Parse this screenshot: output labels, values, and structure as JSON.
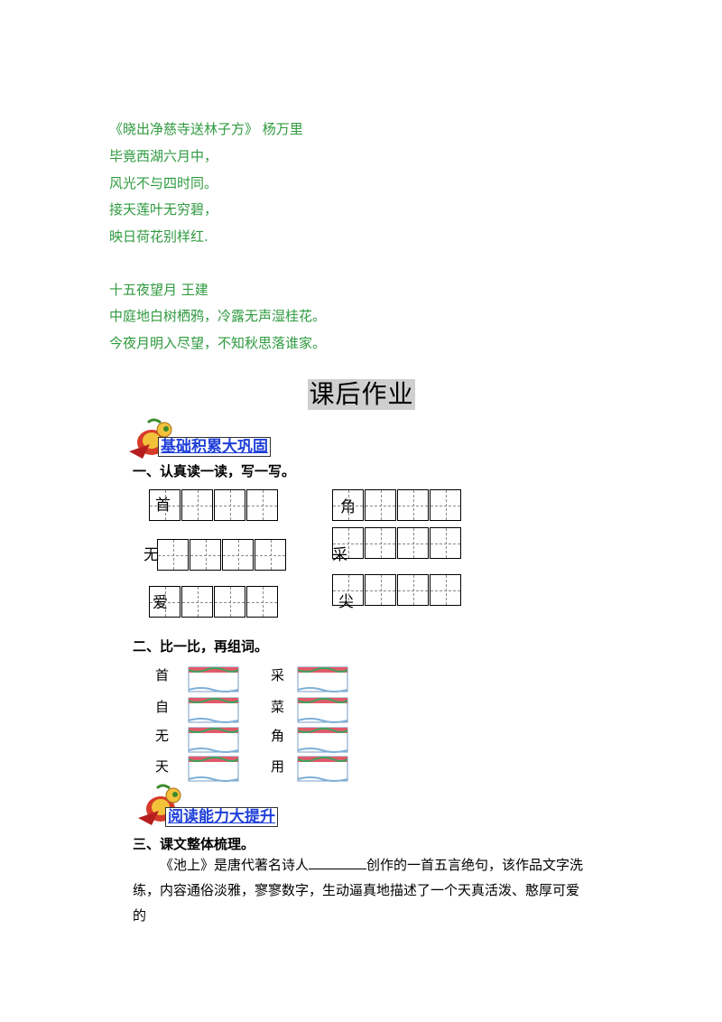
{
  "poem1": {
    "title": "《晓出净慈寺送林子方》  杨万里",
    "lines": [
      "毕竟西湖六月中，",
      "风光不与四时同。",
      "接天莲叶无穷碧，",
      "映日荷花别样红."
    ]
  },
  "poem2": {
    "title": "十五夜望月  王建",
    "lines": [
      "中庭地白树栖鸦，冷露无声湿桂花。",
      "今夜月明入尽望，不知秋思落谁家。"
    ]
  },
  "homework_title": "课后作业",
  "section_badge_1": "基础积累大巩固",
  "section_badge_2": "阅读能力大提升",
  "q1": {
    "heading": "一、认真读一读，写一写。",
    "left_chars": [
      "首",
      "无",
      "爱"
    ],
    "right_chars": [
      "角",
      "采",
      "尖"
    ]
  },
  "q2": {
    "heading": "二、比一比，再组词。",
    "left_chars": [
      "首",
      "自",
      "无",
      "天"
    ],
    "right_chars": [
      "采",
      "菜",
      "角",
      "用"
    ]
  },
  "q3": {
    "heading": "三、课文整体梳理。",
    "para_start": "《池上》是唐代著名诗人",
    "para_rest": "创作的一首五言绝句，该作品文字洗",
    "line2": "练，内容通俗淡雅，寥寥数字，生动逼真地描述了一个天真活泼、憨厚可爱",
    "line3": "的"
  },
  "colors": {
    "poem": "#2e9a3e",
    "badge_text": "#1f3fd8",
    "title_bg": "#cfcfcf"
  }
}
